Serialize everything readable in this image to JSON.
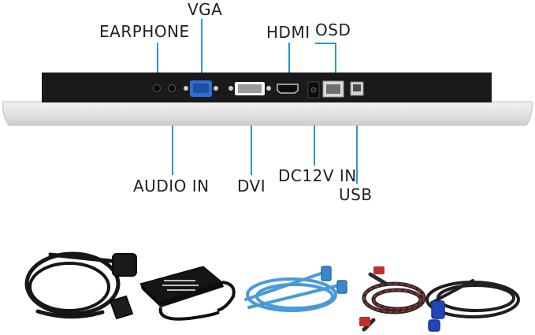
{
  "port_labels": {
    "vga": "VGA",
    "earphone": "EARPHONE",
    "hdmi": "HDMI",
    "osd": "OSD",
    "audio_in": "AUDIO IN",
    "dvi": "DVI",
    "dc12v_in": "DC12V IN",
    "usb": "USB"
  },
  "colors": {
    "leader": "#2a97d4",
    "panel_back": "#1a1a1a",
    "bezel": "#e8e8e8",
    "vga_port": "#2f6fd0",
    "usb_cable": "#4a9ad8",
    "hdmi_cable": "#c0302a",
    "vga_connector": "#2146b8"
  },
  "icons": {
    "accessories": [
      "power-cord-icon",
      "power-adapter-icon",
      "usb-cable-icon",
      "hdmi-cable-icon",
      "vga-cable-icon"
    ]
  }
}
